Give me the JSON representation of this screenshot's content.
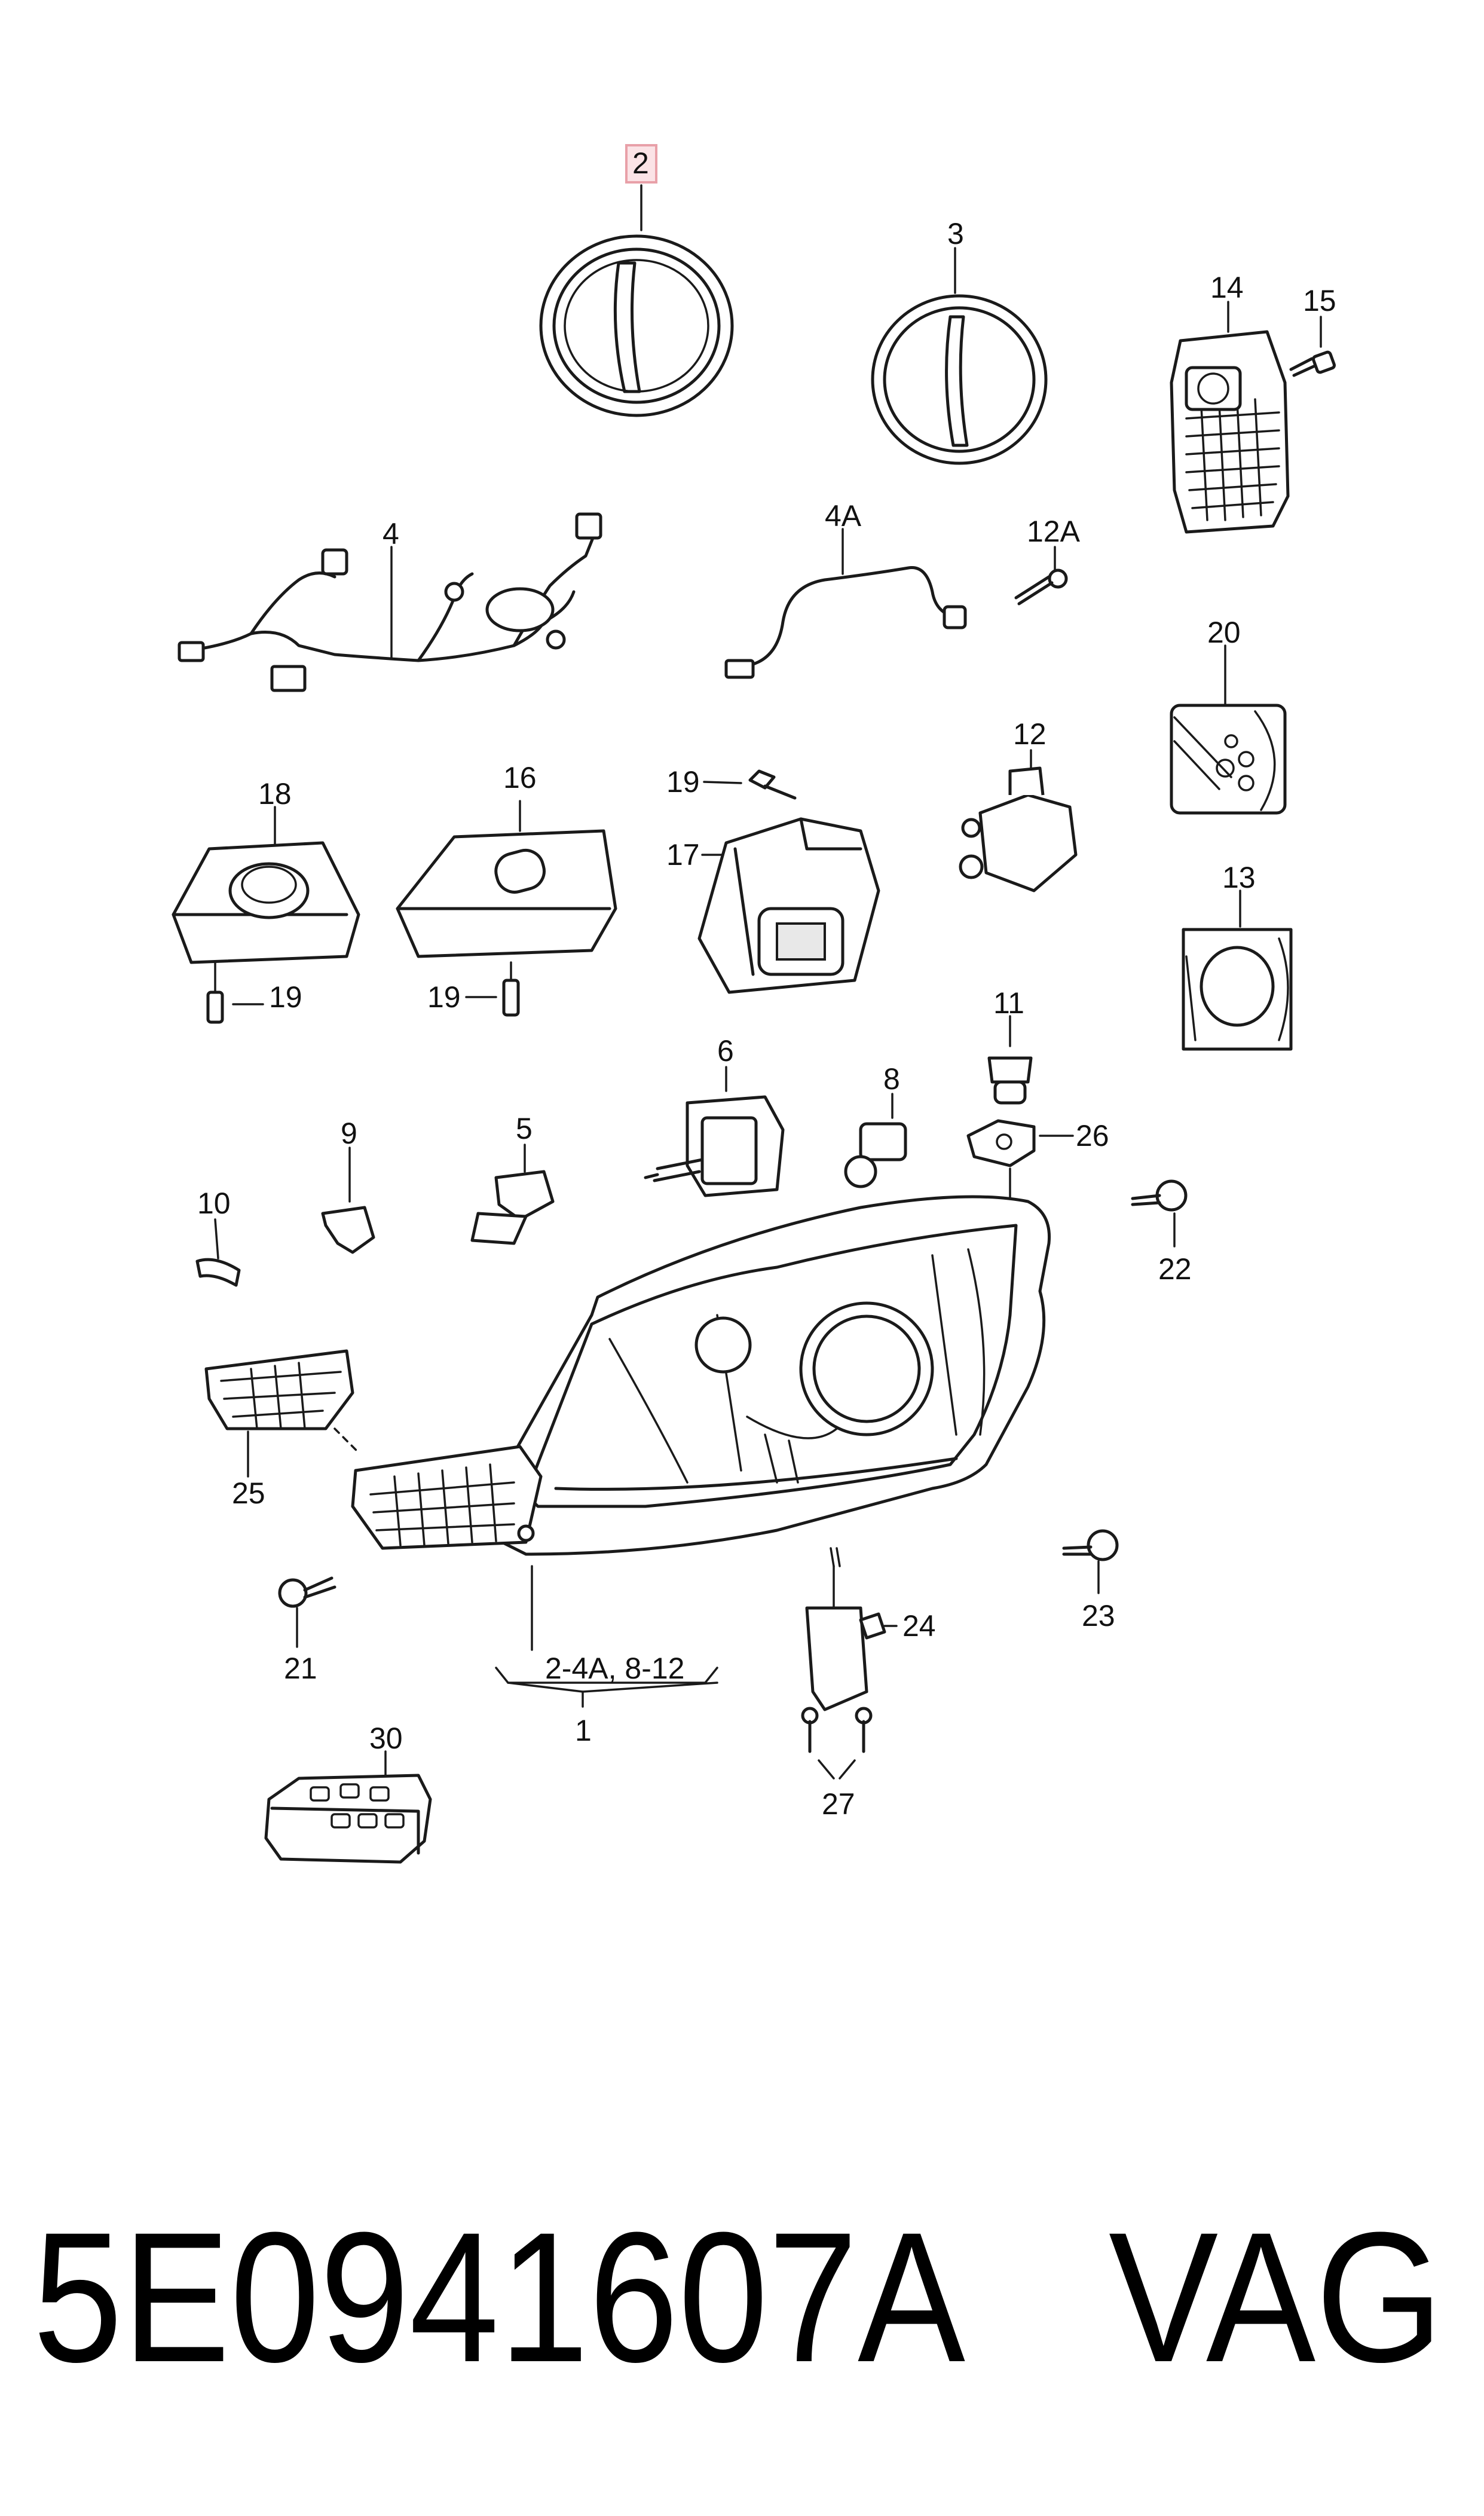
{
  "callouts": {
    "c1": "1",
    "c2": "2",
    "c3": "3",
    "c4": "4",
    "c4a": "4A",
    "c5": "5",
    "c6": "6",
    "c8": "8",
    "c9": "9",
    "c10": "10",
    "c11": "11",
    "c12": "12",
    "c12a": "12A",
    "c13": "13",
    "c14": "14",
    "c15": "15",
    "c16": "16",
    "c17": "17",
    "c18": "18",
    "c19a": "19",
    "c19b": "19",
    "c19c": "19",
    "c20": "20",
    "c21": "21",
    "c22": "22",
    "c23": "23",
    "c24": "24",
    "c25": "25",
    "c26": "26",
    "c27": "27",
    "c30": "30",
    "range": "2-4A, 8-12"
  },
  "footer": {
    "part_number": "5E0941607A",
    "brand": "VAG"
  },
  "colors": {
    "highlight_box": "#e8a0a8",
    "line": "#1a1a1a"
  }
}
